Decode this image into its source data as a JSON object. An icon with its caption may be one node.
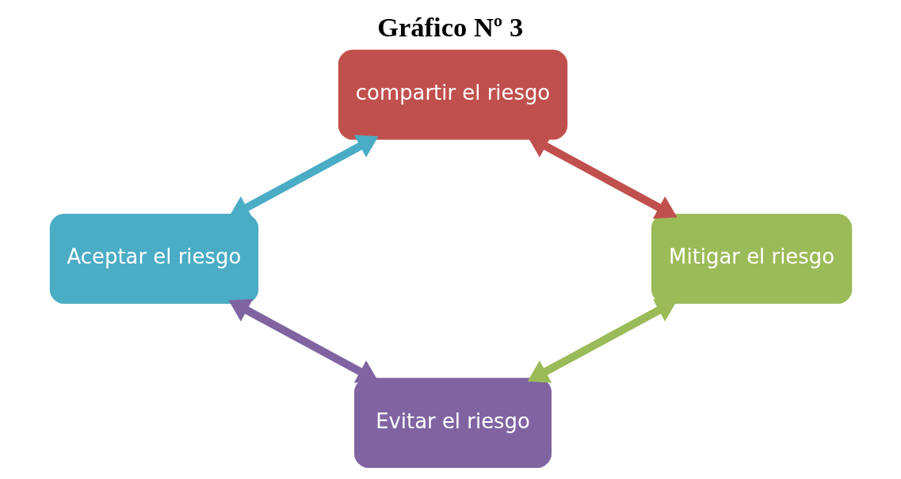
{
  "diagram": {
    "title": "Gráfico Nº 3",
    "nodes": [
      {
        "text": [
          "compartir el riesgo"
        ]
      },
      {
        "text": [
          "Aceptar el riesgo"
        ]
      },
      {
        "text": [
          "Mitigar el riesgo"
        ]
      },
      {
        "text": [
          "Evitar el riesgo"
        ]
      }
    ],
    "edges": [
      {
        "from": 0,
        "to": 2,
        "arrow": "both",
        "color": "#c0504d"
      },
      {
        "from": 2,
        "to": 3,
        "arrow": "both",
        "color": "#9bbb59"
      },
      {
        "from": 3,
        "to": 1,
        "arrow": "both",
        "color": "#8064a2"
      },
      {
        "from": 1,
        "to": 0,
        "arrow": "both",
        "color": "#4bacc6"
      }
    ]
  }
}
